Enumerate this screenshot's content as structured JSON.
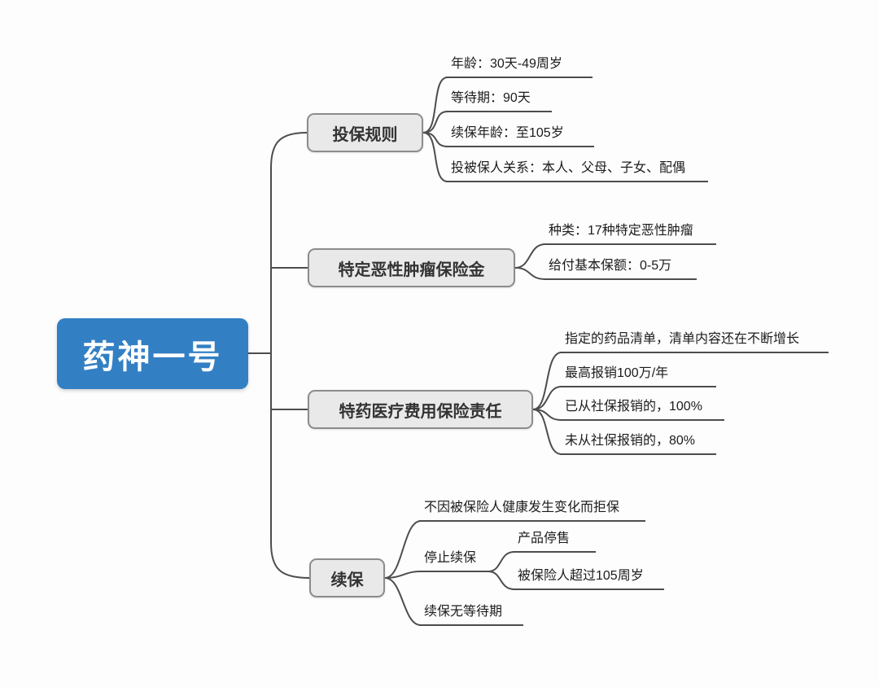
{
  "root": {
    "label": "药神一号"
  },
  "branches": [
    {
      "label": "投保规则",
      "children": [
        {
          "label": "年龄：30天-49周岁"
        },
        {
          "label": "等待期：90天"
        },
        {
          "label": "续保年龄：至105岁"
        },
        {
          "label": "投被保人关系：本人、父母、子女、配偶"
        }
      ]
    },
    {
      "label": "特定恶性肿瘤保险金",
      "children": [
        {
          "label": "种类：17种特定恶性肿瘤"
        },
        {
          "label": "给付基本保额：0-5万"
        }
      ]
    },
    {
      "label": "特药医疗费用保险责任",
      "children": [
        {
          "label": "指定的药品清单，清单内容还在不断增长"
        },
        {
          "label": "最高报销100万/年"
        },
        {
          "label": "已从社保报销的，100%"
        },
        {
          "label": "未从社保报销的，80%"
        }
      ]
    },
    {
      "label": "续保",
      "children": [
        {
          "label": "不因被保险人健康发生变化而拒保"
        },
        {
          "label": "停止续保",
          "children": [
            {
              "label": "产品停售"
            },
            {
              "label": "被保险人超过105周岁"
            }
          ]
        },
        {
          "label": "续保无等待期"
        }
      ]
    }
  ],
  "colors": {
    "root_bg": "#337fc4",
    "root_text": "#ffffff",
    "branch_bg": "#e9e9e9",
    "branch_border": "#8c8c8c",
    "line": "#4d4d4d"
  }
}
